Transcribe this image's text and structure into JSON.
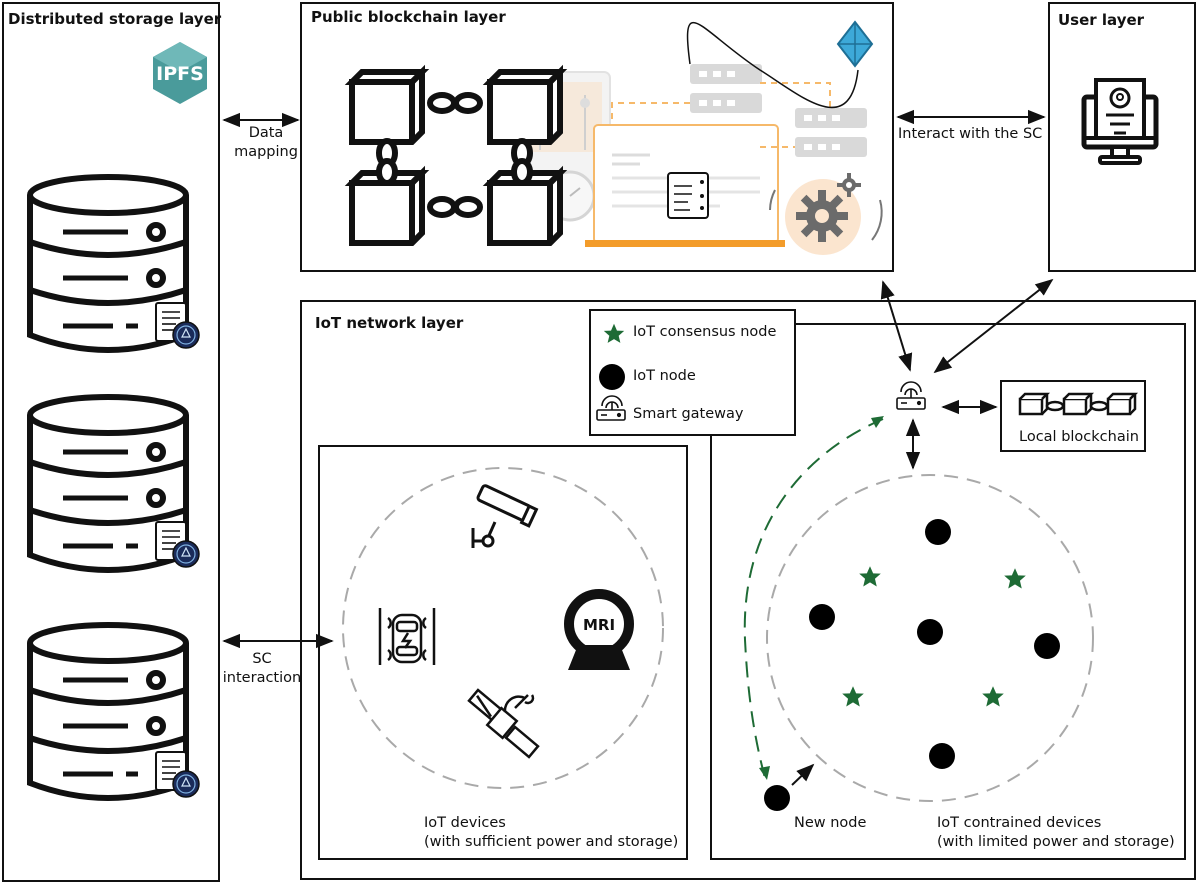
{
  "layers": {
    "storage": {
      "title": "Distributed storage layer",
      "logo": "IPFS"
    },
    "blockchain": {
      "title": "Public blockchain layer"
    },
    "user": {
      "title": "User layer"
    },
    "iot": {
      "title": "IoT network layer"
    }
  },
  "links": {
    "data_mapping": [
      "Data",
      "mapping"
    ],
    "interact_sc": "Interact with the SC",
    "sc_interaction": [
      "SC",
      "interaction"
    ]
  },
  "legend": {
    "consensus": "IoT consensus node",
    "node": "IoT node",
    "gateway": "Smart gateway"
  },
  "local_blockchain": "Local blockchain",
  "devices": {
    "mri": "MRI",
    "caption": [
      "IoT devices",
      "(with sufficient power and storage)"
    ]
  },
  "constrained": {
    "new_node": "New node",
    "caption": [
      "IoT contrained devices",
      "(with limited power and storage)"
    ]
  },
  "colors": {
    "stroke": "#111111",
    "green": "#1e6b35",
    "orange": "#f39c2a",
    "ipfs": "#3f8f8f",
    "dash": "#a9a9a9"
  }
}
